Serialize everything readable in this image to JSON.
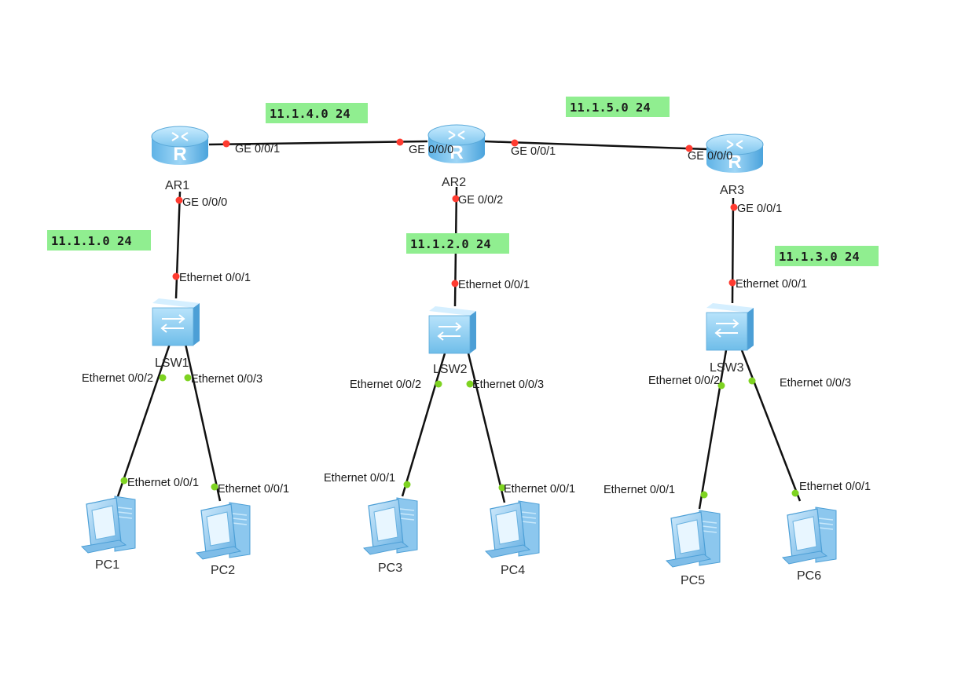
{
  "networks": {
    "net_ar1_ar2": "11.1.4.0 24",
    "net_ar2_ar3": "11.1.5.0 24",
    "net_ar1_lsw1": "11.1.1.0 24",
    "net_ar2_lsw2": "11.1.2.0 24",
    "net_ar3_lsw3": "11.1.3.0 24"
  },
  "devices": {
    "ar1": "AR1",
    "ar2": "AR2",
    "ar3": "AR3",
    "lsw1": "LSW1",
    "lsw2": "LSW2",
    "lsw3": "LSW3",
    "pc1": "PC1",
    "pc2": "PC2",
    "pc3": "PC3",
    "pc4": "PC4",
    "pc5": "PC5",
    "pc6": "PC6"
  },
  "ports": {
    "ar1_ge001": "GE 0/0/1",
    "ar1_ge000": "GE 0/0/0",
    "ar2_ge000": "GE 0/0/0",
    "ar2_ge001": "GE 0/0/1",
    "ar2_ge002": "GE 0/0/2",
    "ar3_ge000": "GE 0/0/0",
    "ar3_ge001": "GE 0/0/1",
    "lsw1_e001": "Ethernet 0/0/1",
    "lsw1_e002": "Ethernet 0/0/2",
    "lsw1_e003": "Ethernet 0/0/3",
    "lsw2_e001": "Ethernet 0/0/1",
    "lsw2_e002": "Ethernet 0/0/2",
    "lsw2_e003": "Ethernet 0/0/3",
    "lsw3_e001": "Ethernet 0/0/1",
    "lsw3_e002": "Ethernet 0/0/2",
    "lsw3_e003": "Ethernet 0/0/3",
    "pc1_e001": "Ethernet 0/0/1",
    "pc2_e001": "Ethernet 0/0/1",
    "pc3_e001": "Ethernet 0/0/1",
    "pc4_e001": "Ethernet 0/0/1",
    "pc5_e001": "Ethernet 0/0/1",
    "pc6_e001": "Ethernet 0/0/1"
  },
  "colors": {
    "label_bg": "#90ee90",
    "router_port": "#ff3b30",
    "switch_port": "#7ed321",
    "device_blue": "#7cc4f0"
  },
  "icons": {
    "router": "router-icon",
    "switch": "switch-icon",
    "pc": "pc-icon"
  }
}
